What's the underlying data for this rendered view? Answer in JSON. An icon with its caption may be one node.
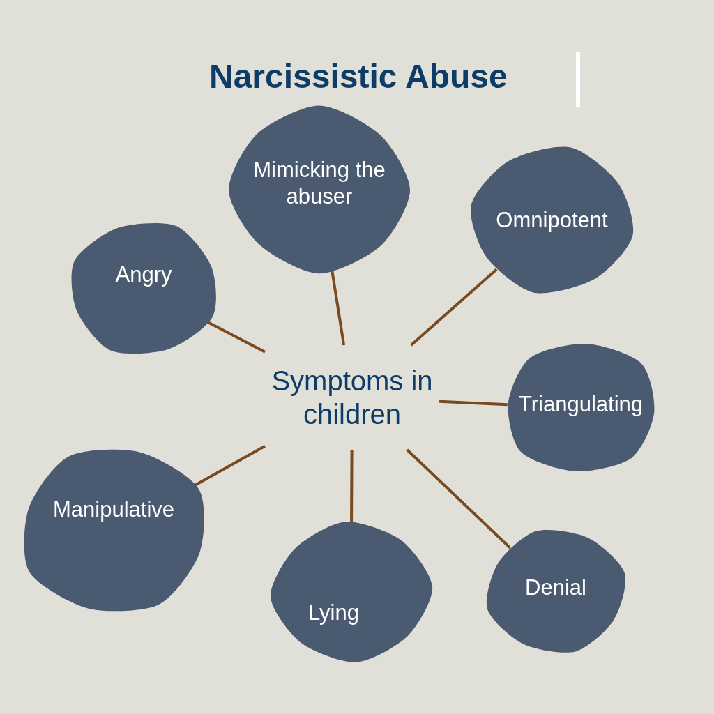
{
  "diagram": {
    "title": "Narcissistic Abuse",
    "nodes": [
      {
        "text": [
          "Mimicking the abuser"
        ]
      },
      {
        "text": [
          "Omnipotent"
        ]
      },
      {
        "text": [
          "Angry"
        ]
      },
      {
        "text": [
          "Symptoms in children"
        ]
      },
      {
        "text": [
          "Triangulating"
        ]
      },
      {
        "text": [
          "Manipulative"
        ]
      },
      {
        "text": [
          "Denial"
        ]
      },
      {
        "text": [
          "Lying"
        ]
      }
    ],
    "edges": [
      {
        "from": 3,
        "to": 0,
        "arrow": "none"
      },
      {
        "from": 3,
        "to": 1,
        "arrow": "none"
      },
      {
        "from": 3,
        "to": 2,
        "arrow": "none"
      },
      {
        "from": 3,
        "to": 4,
        "arrow": "none"
      },
      {
        "from": 3,
        "to": 5,
        "arrow": "none"
      },
      {
        "from": 3,
        "to": 6,
        "arrow": "none"
      },
      {
        "from": 3,
        "to": 7,
        "arrow": "none"
      }
    ]
  }
}
